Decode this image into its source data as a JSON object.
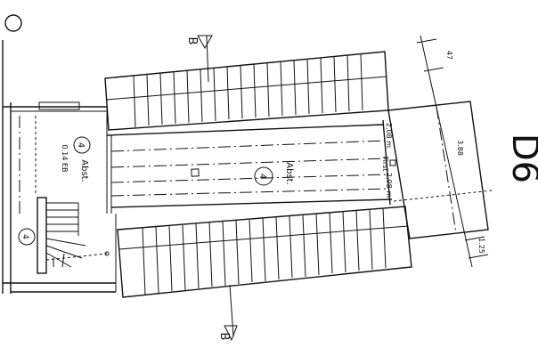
{
  "drawing": {
    "sheet_id": "D6",
    "section_marker_label": "B",
    "rooms": [
      {
        "number": "4",
        "name": "Abst.",
        "code": "0.14 EB"
      },
      {
        "number": "4",
        "name": "Abst."
      },
      {
        "number": "4"
      }
    ],
    "labels": {
      "first": "First",
      "level_upper": "2,08 m",
      "level_lower": "2,08 m"
    },
    "dimensions": {
      "top": "47",
      "middle": "3.88",
      "bottom": "1.25"
    }
  },
  "colors": {
    "ink": "#111111",
    "paper": "#ffffff"
  }
}
